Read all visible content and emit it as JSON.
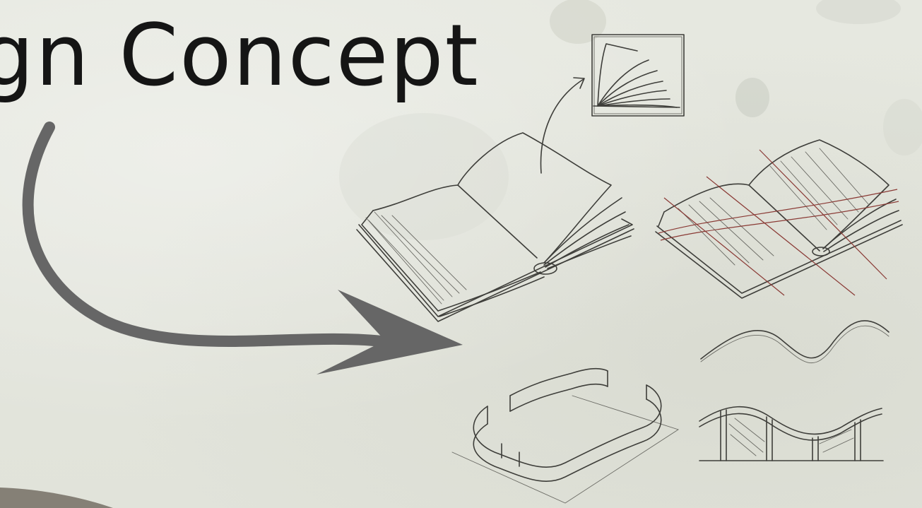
{
  "title": "gn Concept",
  "colors": {
    "paper": "#e4e6de",
    "ink": "#151515",
    "arrow": "#666666",
    "pencil": "#3e3e3a",
    "red_pencil": "#8a3a35"
  },
  "sketches": [
    "page-fan-thumbnail",
    "open-book-sketch",
    "open-book-red-lines-sketch",
    "wave-line-sketch",
    "curved-wall-plan-sketch",
    "wave-roof-section-sketch"
  ]
}
